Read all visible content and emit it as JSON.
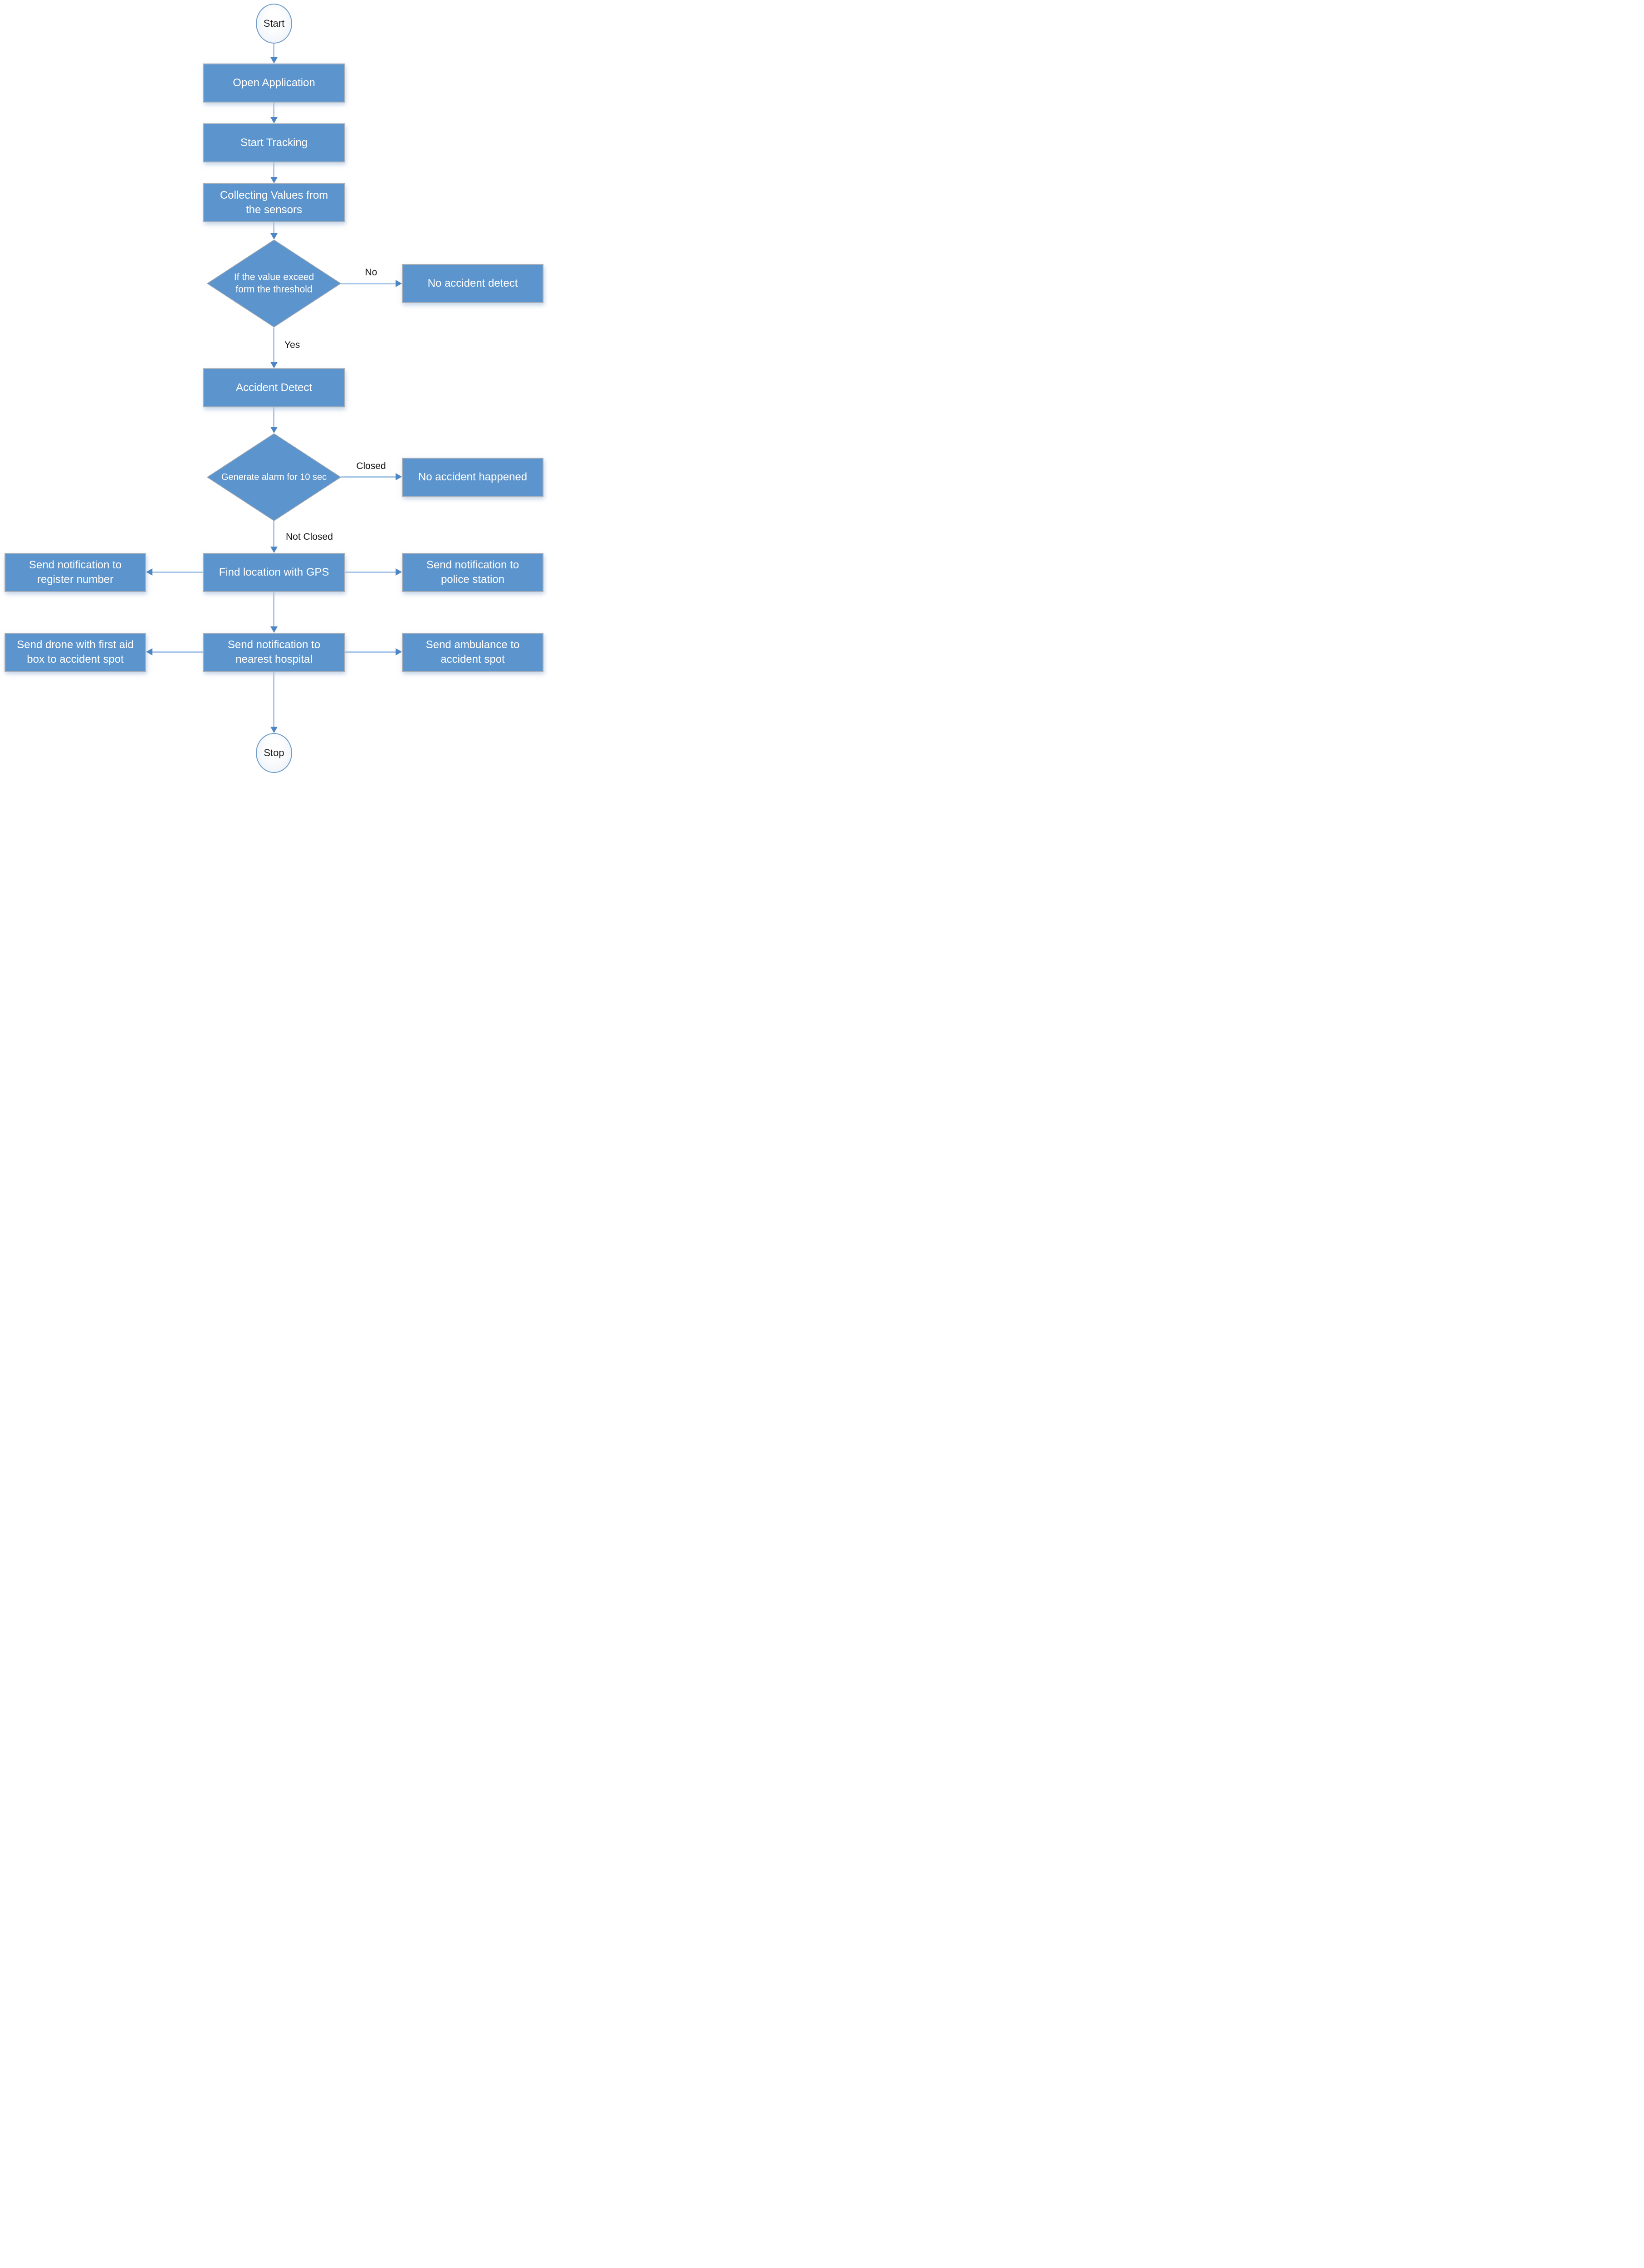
{
  "palette": {
    "node_fill": "#5c94ce",
    "node_text": "#ffffff",
    "rect_border": "#a9afb8",
    "terminal_fill": "#f2f5fa",
    "terminal_border": "#6f9dc9",
    "terminal_text": "#1f1f1f",
    "connector_line": "#a9c7e8",
    "arrowhead": "#4e86c5",
    "edge_label_text": "#141414",
    "background": "#ffffff"
  },
  "nodes": {
    "start": {
      "label": "Start",
      "shape": "oval"
    },
    "open_application": {
      "label": "Open Application",
      "shape": "rect"
    },
    "start_tracking": {
      "label": "Start Tracking",
      "shape": "rect"
    },
    "collecting_values": {
      "label": "Collecting Values from\nthe sensors",
      "shape": "rect"
    },
    "threshold_decision": {
      "label": "If the value exceed\nform the threshold",
      "shape": "diamond"
    },
    "no_accident_detect": {
      "label": "No accident detect",
      "shape": "rect"
    },
    "accident_detect": {
      "label": "Accident Detect",
      "shape": "rect"
    },
    "alarm_decision": {
      "label": "Generate alarm for 10 sec",
      "shape": "diamond"
    },
    "no_accident_happened": {
      "label": "No accident happened",
      "shape": "rect"
    },
    "send_register_number": {
      "label": "Send notification to\nregister number",
      "shape": "rect"
    },
    "find_location_gps": {
      "label": "Find location with GPS",
      "shape": "rect"
    },
    "send_police_station": {
      "label": "Send notification to\npolice station",
      "shape": "rect"
    },
    "send_drone_first_aid": {
      "label": "Send drone with first aid\nbox to accident spot",
      "shape": "rect"
    },
    "send_nearest_hospital": {
      "label": "Send notification to\nnearest hospital",
      "shape": "rect"
    },
    "send_ambulance": {
      "label": "Send ambulance to\naccident spot",
      "shape": "rect"
    },
    "stop": {
      "label": "Stop",
      "shape": "oval"
    }
  },
  "edge_labels": {
    "no": "No",
    "yes": "Yes",
    "closed": "Closed",
    "not_closed": "Not Closed"
  }
}
